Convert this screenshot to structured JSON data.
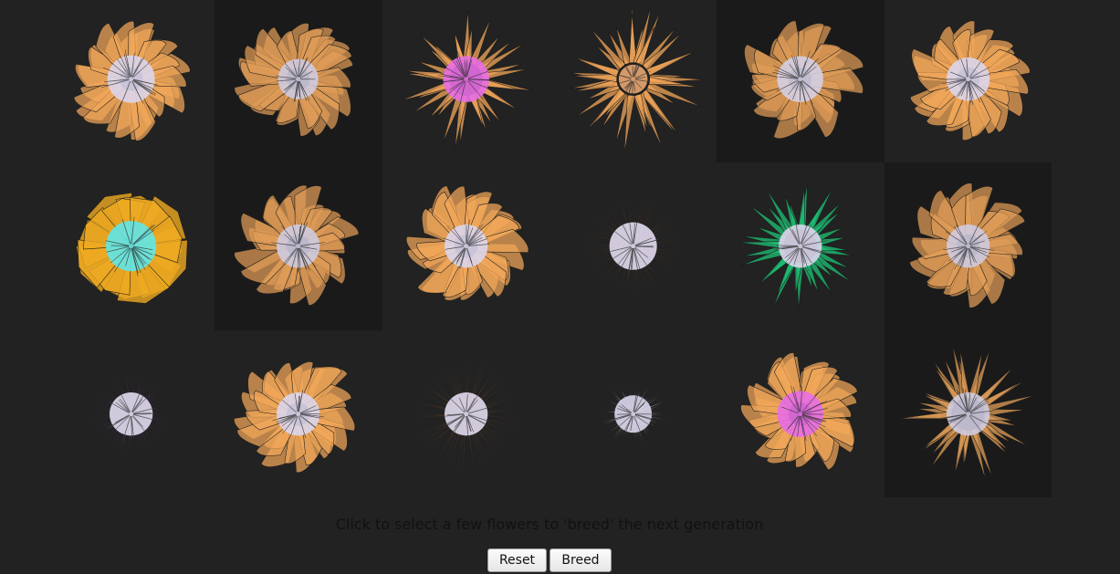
{
  "instructions": "Click to select a few flowers to 'breed' the next generation",
  "buttons": {
    "reset": "Reset",
    "breed": "Breed"
  },
  "colors": {
    "background": "#222222",
    "selected_cell": "#1a1a1a",
    "petal_outline": "#1b1b1b"
  },
  "flowers": [
    {
      "selected": false,
      "petal_color": "#f3a75a",
      "petal_shape": "round",
      "petals": 14,
      "petal_length": 0.85,
      "center_color": "#dcd6ec",
      "center_size": 0.33,
      "seed": 11
    },
    {
      "selected": true,
      "petal_color": "#e09d57",
      "petal_shape": "round",
      "petals": 14,
      "petal_length": 0.85,
      "center_color": "#cfcbe0",
      "center_size": 0.28,
      "seed": 12
    },
    {
      "selected": false,
      "petal_color": "#f3a75a",
      "petal_shape": "spiky",
      "petals": 16,
      "petal_length": 0.9,
      "center_color": "#e86ee6",
      "center_size": 0.32,
      "seed": 13
    },
    {
      "selected": false,
      "petal_color": "#f1a55a",
      "petal_shape": "spiky",
      "petals": 20,
      "petal_length": 0.95,
      "center_color": "#e8a672",
      "center_size": 0.2,
      "seed": 14
    },
    {
      "selected": true,
      "petal_color": "#e09d57",
      "petal_shape": "round",
      "petals": 14,
      "petal_length": 0.85,
      "center_color": "#d4cfe3",
      "center_size": 0.32,
      "seed": 15
    },
    {
      "selected": false,
      "petal_color": "#f3a75a",
      "petal_shape": "round",
      "petals": 14,
      "petal_length": 0.85,
      "center_color": "#dcd6ec",
      "center_size": 0.3,
      "seed": 16
    },
    {
      "selected": false,
      "petal_color": "#efaa22",
      "petal_shape": "square",
      "petals": 8,
      "petal_length": 0.75,
      "center_color": "#5fe6e8",
      "center_size": 0.35,
      "seed": 21
    },
    {
      "selected": true,
      "petal_color": "#e09d57",
      "petal_shape": "round",
      "petals": 14,
      "petal_length": 0.85,
      "center_color": "#cfcbe0",
      "center_size": 0.3,
      "seed": 22
    },
    {
      "selected": false,
      "petal_color": "#f3a75a",
      "petal_shape": "round",
      "petals": 14,
      "petal_length": 0.85,
      "center_color": "#dcd6ec",
      "center_size": 0.3,
      "seed": 23
    },
    {
      "selected": false,
      "petal_color": "#5a341f",
      "petal_shape": "fuzz",
      "petals": 60,
      "petal_length": 0.7,
      "center_color": "#e2dcef",
      "center_size": 0.33,
      "seed": 24
    },
    {
      "selected": false,
      "petal_color": "#1fc174",
      "petal_shape": "spiky",
      "petals": 16,
      "petal_length": 0.85,
      "center_color": "#dcd6ec",
      "center_size": 0.3,
      "seed": 25
    },
    {
      "selected": true,
      "petal_color": "#e09d57",
      "petal_shape": "round",
      "petals": 14,
      "petal_length": 0.85,
      "center_color": "#cfcbe0",
      "center_size": 0.3,
      "seed": 26
    },
    {
      "selected": false,
      "petal_color": "#5b2d6b",
      "petal_shape": "fuzz",
      "petals": 60,
      "petal_length": 0.55,
      "center_color": "#e2dcef",
      "center_size": 0.3,
      "seed": 31
    },
    {
      "selected": false,
      "petal_color": "#f3a75a",
      "petal_shape": "round",
      "petals": 14,
      "petal_length": 0.85,
      "center_color": "#dcd6ec",
      "center_size": 0.3,
      "seed": 32
    },
    {
      "selected": false,
      "petal_color": "#6b3e22",
      "petal_shape": "fuzz",
      "petals": 60,
      "petal_length": 0.75,
      "center_color": "#e2dcef",
      "center_size": 0.3,
      "seed": 33
    },
    {
      "selected": false,
      "petal_color": "#d8d3e6",
      "petal_shape": "fuzz",
      "petals": 40,
      "petal_length": 0.42,
      "center_color": "#dcd6ec",
      "center_size": 0.26,
      "seed": 34
    },
    {
      "selected": false,
      "petal_color": "#f3a75a",
      "petal_shape": "round",
      "petals": 14,
      "petal_length": 0.85,
      "center_color": "#e86ee6",
      "center_size": 0.32,
      "seed": 35
    },
    {
      "selected": true,
      "petal_color": "#e09d57",
      "petal_shape": "spiky",
      "petals": 18,
      "petal_length": 0.9,
      "center_color": "#cfcbe0",
      "center_size": 0.3,
      "seed": 36
    }
  ]
}
